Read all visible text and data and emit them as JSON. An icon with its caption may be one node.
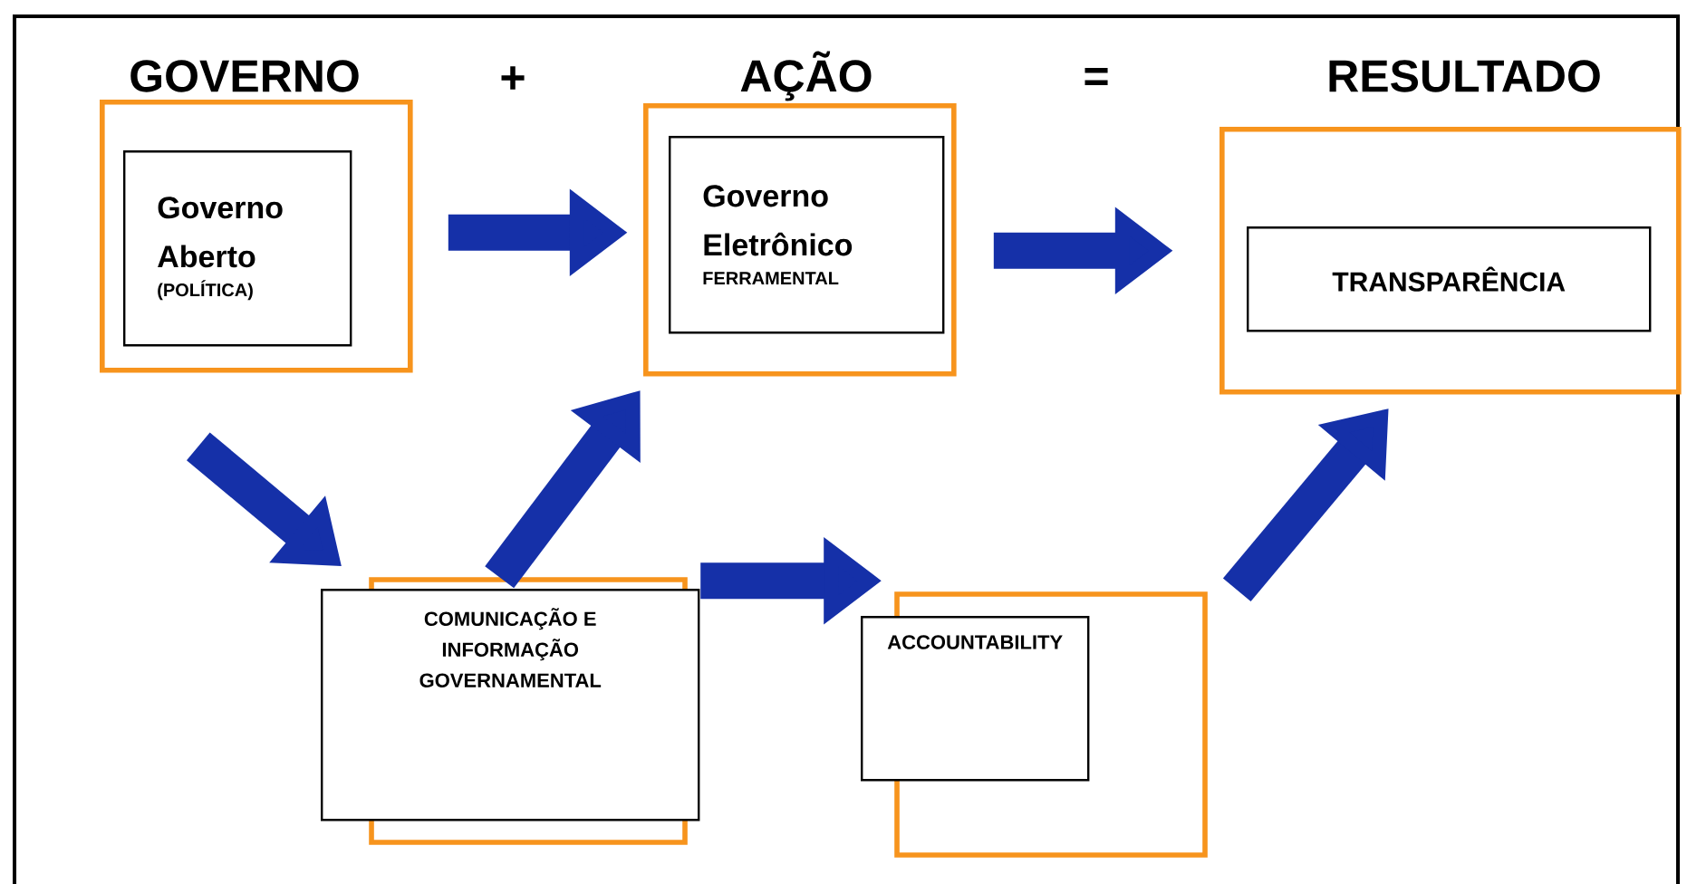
{
  "diagram": {
    "nodes": [
      {
        "text": [],
        "shape": "box"
      },
      {
        "text": [
          "Governo Aberto",
          "(POLÍTICA)"
        ],
        "in": 0
      },
      {
        "text": [],
        "shape": "box"
      },
      {
        "text": [
          "Governo Eletrônico",
          "FERRAMENTAL"
        ],
        "in": 2
      },
      {
        "text": [],
        "shape": "box"
      },
      {
        "text": [
          "TRANSPARÊNCIA"
        ],
        "in": 4
      },
      {
        "text": [
          "COMUNICAÇÃO E INFORMAÇÃO GOVERNAMENTAL"
        ]
      },
      {
        "text": [
          "ACCOUNTABILITY"
        ]
      }
    ],
    "edges": [
      {
        "from": 0,
        "to": 2,
        "arrow": "to"
      },
      {
        "from": 2,
        "to": 4,
        "arrow": "to"
      },
      {
        "from": 0,
        "to": 6,
        "arrow": "to"
      },
      {
        "from": 6,
        "to": 2,
        "arrow": "to"
      },
      {
        "from": 6,
        "to": 7,
        "arrow": "to"
      },
      {
        "from": 7,
        "to": 4,
        "arrow": "to"
      }
    ],
    "labels": [
      "GOVERNO",
      "+",
      "AÇÃO",
      "=",
      "RESULTADO"
    ]
  }
}
